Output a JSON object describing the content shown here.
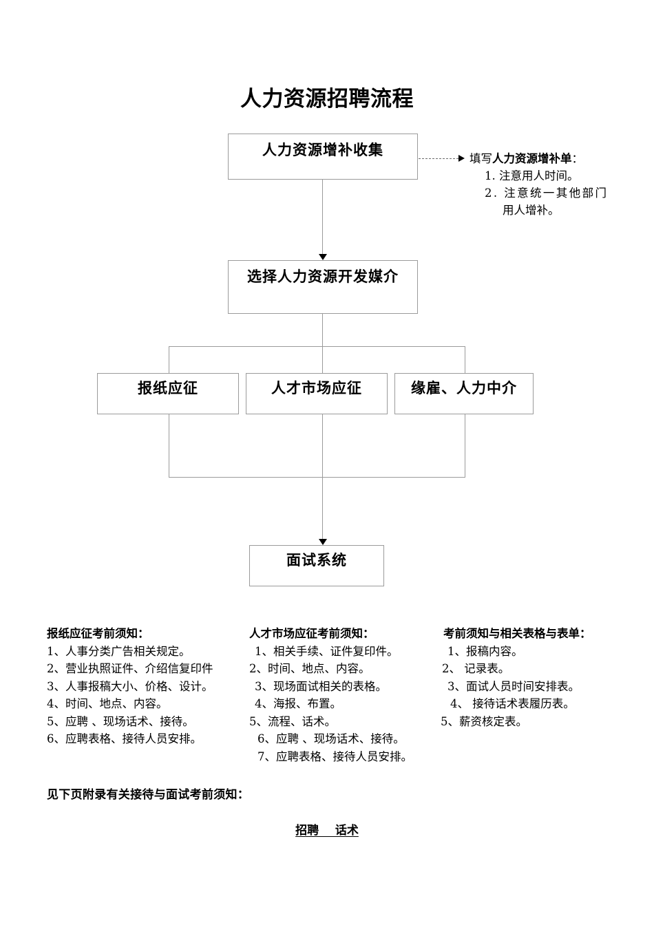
{
  "document": {
    "title": "人力资源招聘流程"
  },
  "flowchart": {
    "boxes": [
      {
        "id": "collect",
        "label": "人力资源增补收集"
      },
      {
        "id": "media",
        "label": "选择人力资源开发媒介"
      },
      {
        "id": "news",
        "label": "报纸应征"
      },
      {
        "id": "market",
        "label": "人才市场应征"
      },
      {
        "id": "agency",
        "label": "缘雇、人力中介"
      },
      {
        "id": "interview",
        "label": "面试系统"
      }
    ],
    "annotation": {
      "head_prefix": "填写",
      "head_strong": "人力资源增补单",
      "head_suffix": "：",
      "items": [
        "1. 注意用人时间。",
        "2. 注意统一其他部门",
        "用人增补。"
      ]
    }
  },
  "notes": {
    "columns": [
      {
        "title": "报纸应征考前须知：",
        "items": [
          "1、人事分类广告相关规定。",
          "2、营业执照证件、介绍信复印件",
          "3、人事报稿大小、价格、设计。",
          "4、时间、地点、内容。",
          "5、应聘    、现场话术、接待。",
          "6、应聘表格、接待人员安排。"
        ]
      },
      {
        "title": "人才市场应征考前须知：",
        "items": [
          "1、相关手续、证件复印件。",
          "2、时间、地点、内容。",
          "3、现场面试相关的表格。",
          "4、海报、布置。",
          "5、流程、话术。",
          "6、应聘    、现场话术、接待。",
          "7、应聘表格、接待人员安排。"
        ]
      },
      {
        "title": "考前须知与相关表格与表单：",
        "items": [
          "1、报稿内容。",
          "2、     记录表。",
          "3、面试人员时间安排表。",
          "4、     接待话术表履历表。",
          "5、薪资核定表。"
        ]
      }
    ]
  },
  "footer": {
    "note": "见下页附录有关接待与面试考前须知：",
    "heading": "招聘    话术"
  },
  "colors": {
    "text": "#000000",
    "box_border": "#9a9a9a",
    "connector": "#9a9a9a",
    "arrow": "#000000",
    "page_background": "#ffffff"
  }
}
